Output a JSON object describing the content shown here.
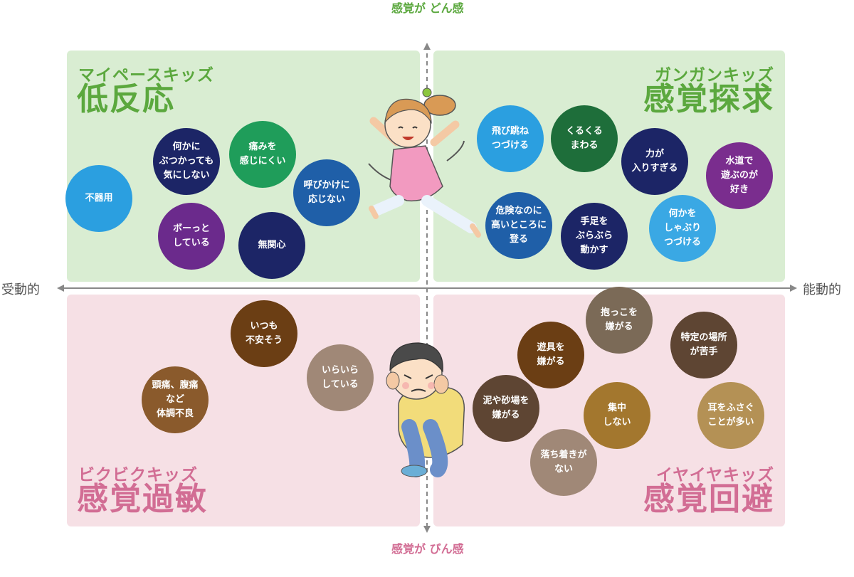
{
  "axes": {
    "top": "感覚が\nどん感",
    "bottom": "感覚が\nびん感",
    "left": "受動的",
    "right": "能動的"
  },
  "quadrants": {
    "top_left": {
      "sub": "マイペースキッズ",
      "title": "低反応"
    },
    "top_right": {
      "sub": "ガンガンキッズ",
      "title": "感覚探求"
    },
    "bottom_left": {
      "sub": "ビクビクキッズ",
      "title": "感覚過敏"
    },
    "bottom_right": {
      "sub": "イヤイヤキッズ",
      "title": "感覚回避"
    }
  },
  "colors": {
    "green_text": "#5ba83e",
    "pink_text": "#d26d94",
    "green_panel": "#d9edd2",
    "pink_panel": "#f6e0e5"
  },
  "behaviors": {
    "tl": [
      "不器用",
      "何かに\nぶつかっても\n気にしない",
      "痛みを\n感じにくい",
      "呼びかけに\n応じない",
      "ボーっと\nしている",
      "無関心"
    ],
    "tr": [
      "飛び跳ね\nつづける",
      "くるくる\nまわる",
      "力が\n入りすぎる",
      "水道で\n遊ぶのが\n好き",
      "危険なのに\n高いところに\n登る",
      "手足を\nぶらぶら\n動かす",
      "何かを\nしゃぶり\nつづける"
    ],
    "bl": [
      "いつも\n不安そう",
      "いらいら\nしている",
      "頭痛、腹痛\nなど\n体調不良"
    ],
    "br": [
      "抱っこを\n嫌がる",
      "遊具を\n嫌がる",
      "特定の場所\nが苦手",
      "泥や砂場を\n嫌がる",
      "集中\nしない",
      "耳をふさぐ\nことが多い",
      "落ち着きが\nない"
    ]
  },
  "illustrations": [
    "jumping-girl-illustration",
    "crouching-boy-illustration"
  ]
}
